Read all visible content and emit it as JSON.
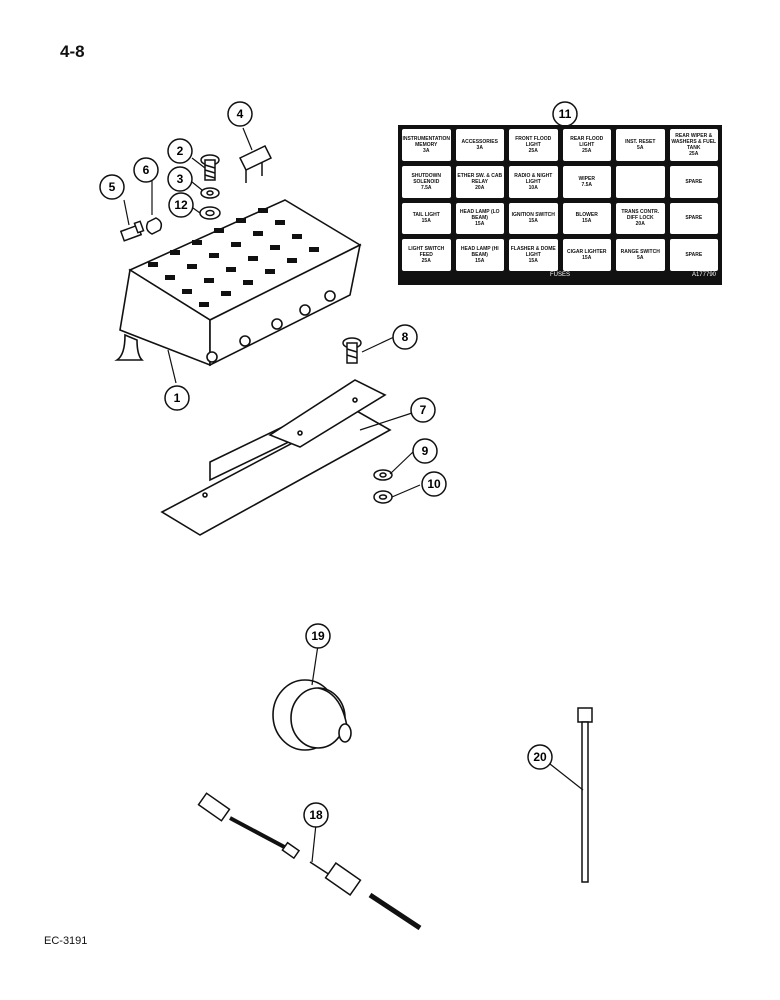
{
  "page": {
    "number": "4-8",
    "footer_code": "EC-3191"
  },
  "callouts": {
    "c1": "1",
    "c2": "2",
    "c3": "3",
    "c4": "4",
    "c5": "5",
    "c6": "6",
    "c7": "7",
    "c8": "8",
    "c9": "9",
    "c10": "10",
    "c11": "11",
    "c12": "12",
    "c18": "18",
    "c19": "19",
    "c20": "20"
  },
  "fuse_panel": {
    "title": "FUSES",
    "code": "A177790",
    "cells": [
      {
        "label": "INSTRUMENTATION MEMORY",
        "amp": "3A"
      },
      {
        "label": "ACCESSORIES",
        "amp": "3A"
      },
      {
        "label": "FRONT FLOOD LIGHT",
        "amp": "25A"
      },
      {
        "label": "REAR FLOOD LIGHT",
        "amp": "25A"
      },
      {
        "label": "INST. RESET",
        "amp": "5A"
      },
      {
        "label": "REAR WIPER & WASHERS & FUEL TANK",
        "amp": "25A"
      },
      {
        "label": "SHUTDOWN SOLENOID",
        "amp": "7.5A"
      },
      {
        "label": "ETHER SW. & CAB RELAY",
        "amp": "20A"
      },
      {
        "label": "RADIO & NIGHT LIGHT",
        "amp": "10A"
      },
      {
        "label": "WIPER",
        "amp": "7.5A"
      },
      {
        "label": "",
        "amp": ""
      },
      {
        "label": "SPARE",
        "amp": ""
      },
      {
        "label": "TAIL LIGHT",
        "amp": "15A"
      },
      {
        "label": "HEAD LAMP (LO BEAM)",
        "amp": "15A"
      },
      {
        "label": "IGNITION SWITCH",
        "amp": "15A"
      },
      {
        "label": "BLOWER",
        "amp": "15A"
      },
      {
        "label": "TRANS CONTR. DIFF LOCK",
        "amp": "20A"
      },
      {
        "label": "SPARE",
        "amp": ""
      },
      {
        "label": "LIGHT SWITCH FEED",
        "amp": "25A"
      },
      {
        "label": "HEAD LAMP (HI BEAM)",
        "amp": "15A"
      },
      {
        "label": "FLASHER & DOME LIGHT",
        "amp": "15A"
      },
      {
        "label": "CIGAR LIGHTER",
        "amp": "15A"
      },
      {
        "label": "RANGE SWITCH",
        "amp": "5A"
      },
      {
        "label": "SPARE",
        "amp": ""
      }
    ]
  }
}
